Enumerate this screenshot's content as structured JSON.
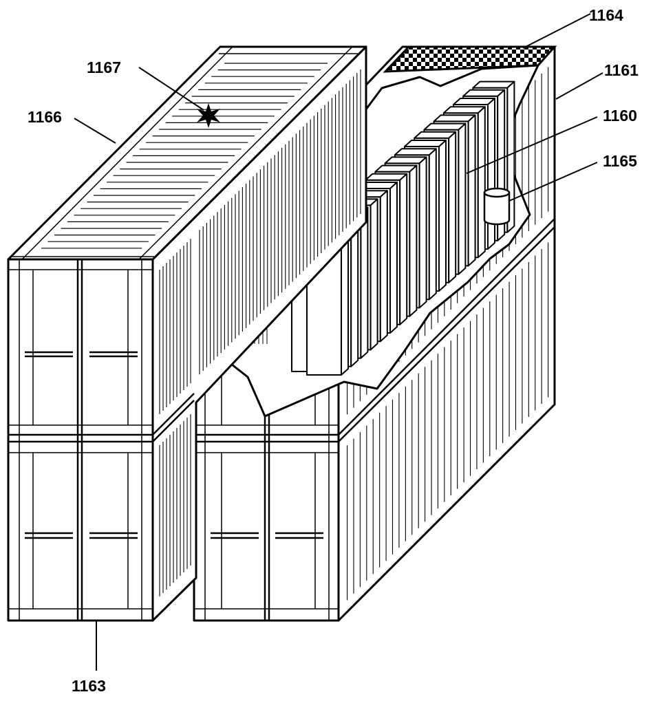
{
  "diagram": {
    "labels": {
      "l1160": "1160",
      "l1161": "1161",
      "l1163": "1163",
      "l1164": "1164",
      "l1165": "1165",
      "l1166": "1166",
      "l1167": "1167"
    },
    "parts": [
      {
        "ref": "1160",
        "depicts": "battery module stack"
      },
      {
        "ref": "1161",
        "depicts": "right container"
      },
      {
        "ref": "1163",
        "depicts": "container door end"
      },
      {
        "ref": "1164",
        "depicts": "roof panel (checkered)"
      },
      {
        "ref": "1165",
        "depicts": "cylindrical canister"
      },
      {
        "ref": "1166",
        "depicts": "left container"
      },
      {
        "ref": "1167",
        "depicts": "star marker on roof"
      }
    ],
    "colors": {
      "line": "#000000",
      "fill": "#ffffff"
    }
  }
}
